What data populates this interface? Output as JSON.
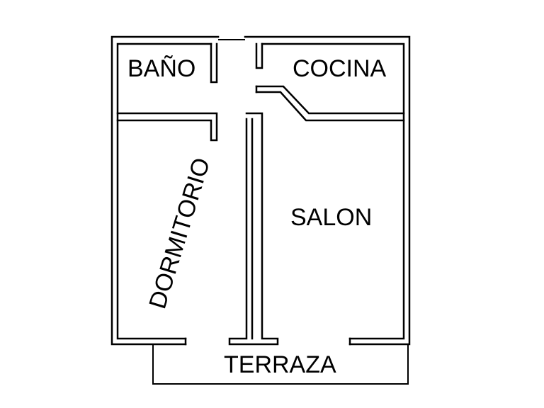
{
  "plan": {
    "rooms": {
      "bano": "BAÑO",
      "cocina": "COCINA",
      "dormitorio": "DORMITORIO",
      "salon": "SALON",
      "terraza": "TERRAZA"
    },
    "colors": {
      "line": "#000000",
      "background": "#ffffff"
    }
  }
}
